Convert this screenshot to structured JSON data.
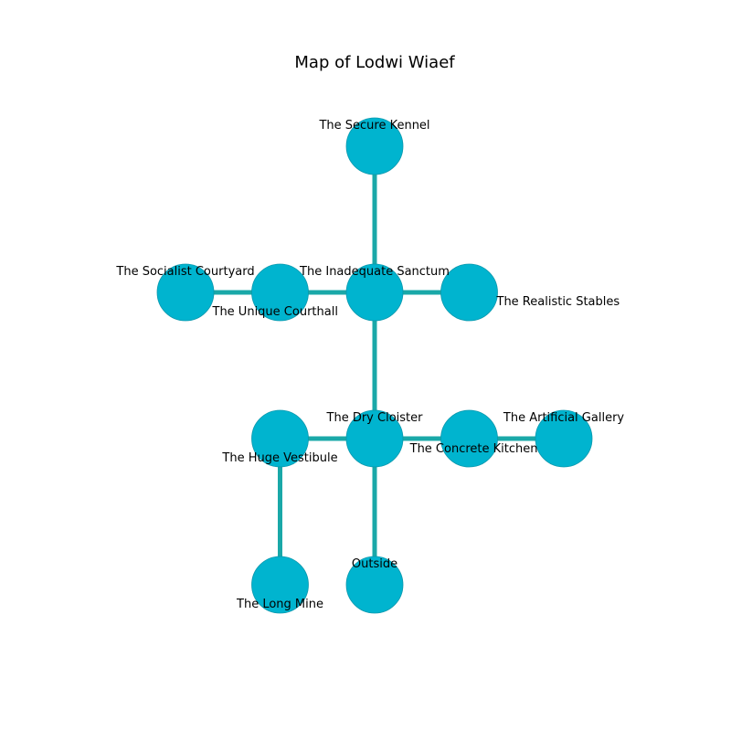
{
  "title": "Map of Lodwi Wiaef",
  "colors": {
    "node_fill": "#00b4cf",
    "node_stroke": "#0a98ad",
    "edge": "#1aa8a8"
  },
  "nodes": [
    {
      "id": "secure-kennel",
      "label": "The Secure Kennel",
      "col": 2,
      "row": 0,
      "label_pos": "above"
    },
    {
      "id": "socialist-courtyard",
      "label": "The Socialist Courtyard",
      "col": 0,
      "row": 1,
      "label_pos": "above"
    },
    {
      "id": "unique-courthall",
      "label": "The Unique Courthall",
      "col": 1,
      "row": 1,
      "label_pos": "below-right"
    },
    {
      "id": "inadequate-sanctum",
      "label": "The Inadequate Sanctum",
      "col": 2,
      "row": 1,
      "label_pos": "above"
    },
    {
      "id": "realistic-stables",
      "label": "The Realistic Stables",
      "col": 3,
      "row": 1,
      "label_pos": "right"
    },
    {
      "id": "huge-vestibule",
      "label": "The Huge Vestibule",
      "col": 1,
      "row": 2,
      "label_pos": "below"
    },
    {
      "id": "dry-cloister",
      "label": "The Dry Cloister",
      "col": 2,
      "row": 2,
      "label_pos": "above"
    },
    {
      "id": "concrete-kitchen",
      "label": "The Concrete Kitchen",
      "col": 3,
      "row": 2,
      "label_pos": "below-left"
    },
    {
      "id": "artificial-gallery",
      "label": "The Artificial Gallery",
      "col": 4,
      "row": 2,
      "label_pos": "above"
    },
    {
      "id": "long-mine",
      "label": "The Long Mine",
      "col": 1,
      "row": 3,
      "label_pos": "below"
    },
    {
      "id": "outside",
      "label": "Outside",
      "col": 2,
      "row": 3,
      "label_pos": "above"
    }
  ],
  "edges": [
    [
      "secure-kennel",
      "inadequate-sanctum"
    ],
    [
      "socialist-courtyard",
      "unique-courthall"
    ],
    [
      "unique-courthall",
      "inadequate-sanctum"
    ],
    [
      "inadequate-sanctum",
      "realistic-stables"
    ],
    [
      "inadequate-sanctum",
      "dry-cloister"
    ],
    [
      "huge-vestibule",
      "dry-cloister"
    ],
    [
      "dry-cloister",
      "concrete-kitchen"
    ],
    [
      "concrete-kitchen",
      "artificial-gallery"
    ],
    [
      "huge-vestibule",
      "long-mine"
    ],
    [
      "dry-cloister",
      "outside"
    ]
  ]
}
